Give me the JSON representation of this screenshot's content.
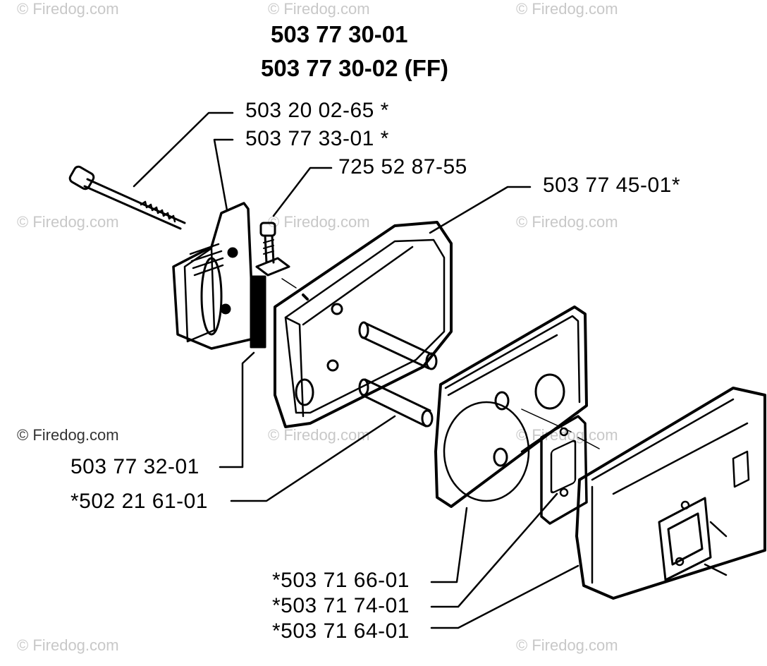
{
  "diagram": {
    "titles": [
      "503 77 30-01",
      "503 77 30-02 (FF)"
    ],
    "part_labels": [
      "503 20 02-65 *",
      "503 77 33-01 *",
      "725 52 87-55",
      "503 77 45-01*",
      "503 77 32-01",
      "*502 21 61-01",
      "*503 71 66-01",
      "*503 71 74-01",
      "*503 71 64-01"
    ],
    "watermark": "© Firedog.com"
  }
}
